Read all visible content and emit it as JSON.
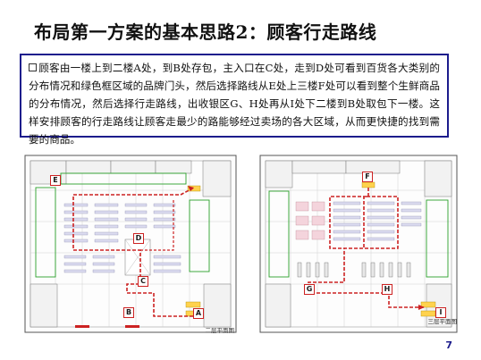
{
  "slide": {
    "title": "布局第一方案的基本思路2：顾客行走路线",
    "description": "顾客由一楼上到二楼A处，到B处存包，主入口在C处，走到D处可看到百货各大类别的分布情况和绿色框区域的品牌门头，然后选择路线从E处上三楼F处可以看到整个生鲜商品的分布情况，然后选择行走路线，出收银区G、H处再从I处下二楼到B处取包下一楼。这样安排顾客的行走路线让顾客走最少的路能够经过卖场的各大区域，从而更快捷的找到需要的商品。",
    "page_number": "7"
  },
  "plans": {
    "second_floor": {
      "caption": "二层平面图",
      "labels": {
        "A": "A",
        "B": "B",
        "C": "C",
        "D": "D",
        "E": "E"
      }
    },
    "third_floor": {
      "caption": "三层平面图",
      "labels": {
        "F": "F",
        "G": "G",
        "H": "H",
        "I": "I"
      }
    }
  },
  "colors": {
    "box_border": "#1c1c8c",
    "route": "#cc2222",
    "brand_zone": "#2aa02a",
    "plan_lines": "#555555"
  }
}
